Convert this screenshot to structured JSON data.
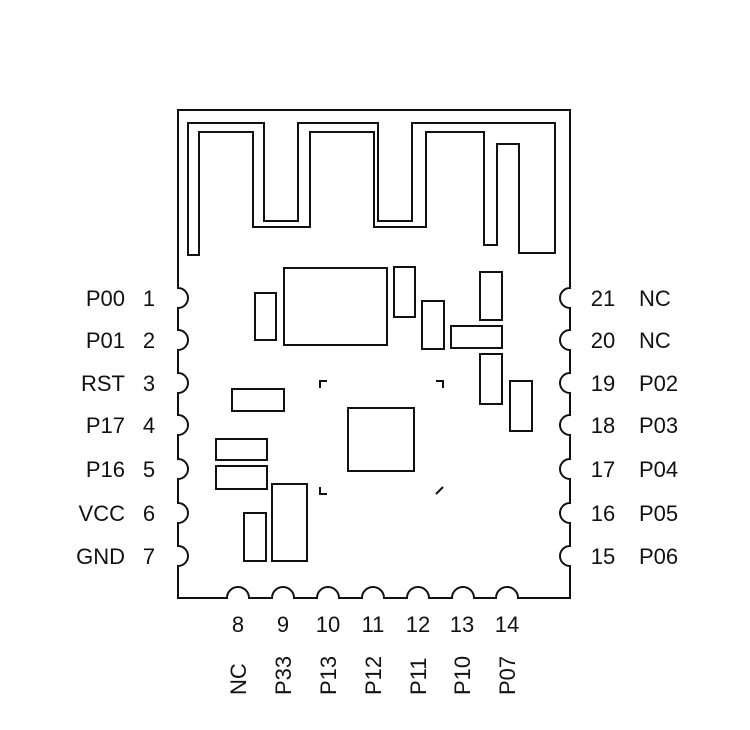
{
  "pins": {
    "left": [
      {
        "num": "1",
        "label": "P00"
      },
      {
        "num": "2",
        "label": "P01"
      },
      {
        "num": "3",
        "label": "RST"
      },
      {
        "num": "4",
        "label": "P17"
      },
      {
        "num": "5",
        "label": "P16"
      },
      {
        "num": "6",
        "label": "VCC"
      },
      {
        "num": "7",
        "label": "GND"
      }
    ],
    "right": [
      {
        "num": "21",
        "label": "NC"
      },
      {
        "num": "20",
        "label": "NC"
      },
      {
        "num": "19",
        "label": "P02"
      },
      {
        "num": "18",
        "label": "P03"
      },
      {
        "num": "17",
        "label": "P04"
      },
      {
        "num": "16",
        "label": "P05"
      },
      {
        "num": "15",
        "label": "P06"
      }
    ],
    "bottom": [
      {
        "num": "8",
        "label": "NC"
      },
      {
        "num": "9",
        "label": "P33"
      },
      {
        "num": "10",
        "label": "P13"
      },
      {
        "num": "11",
        "label": "P12"
      },
      {
        "num": "12",
        "label": "P11"
      },
      {
        "num": "13",
        "label": "P10"
      },
      {
        "num": "14",
        "label": "P07"
      }
    ]
  },
  "colors": {
    "line": "#111111",
    "background": "#ffffff"
  }
}
